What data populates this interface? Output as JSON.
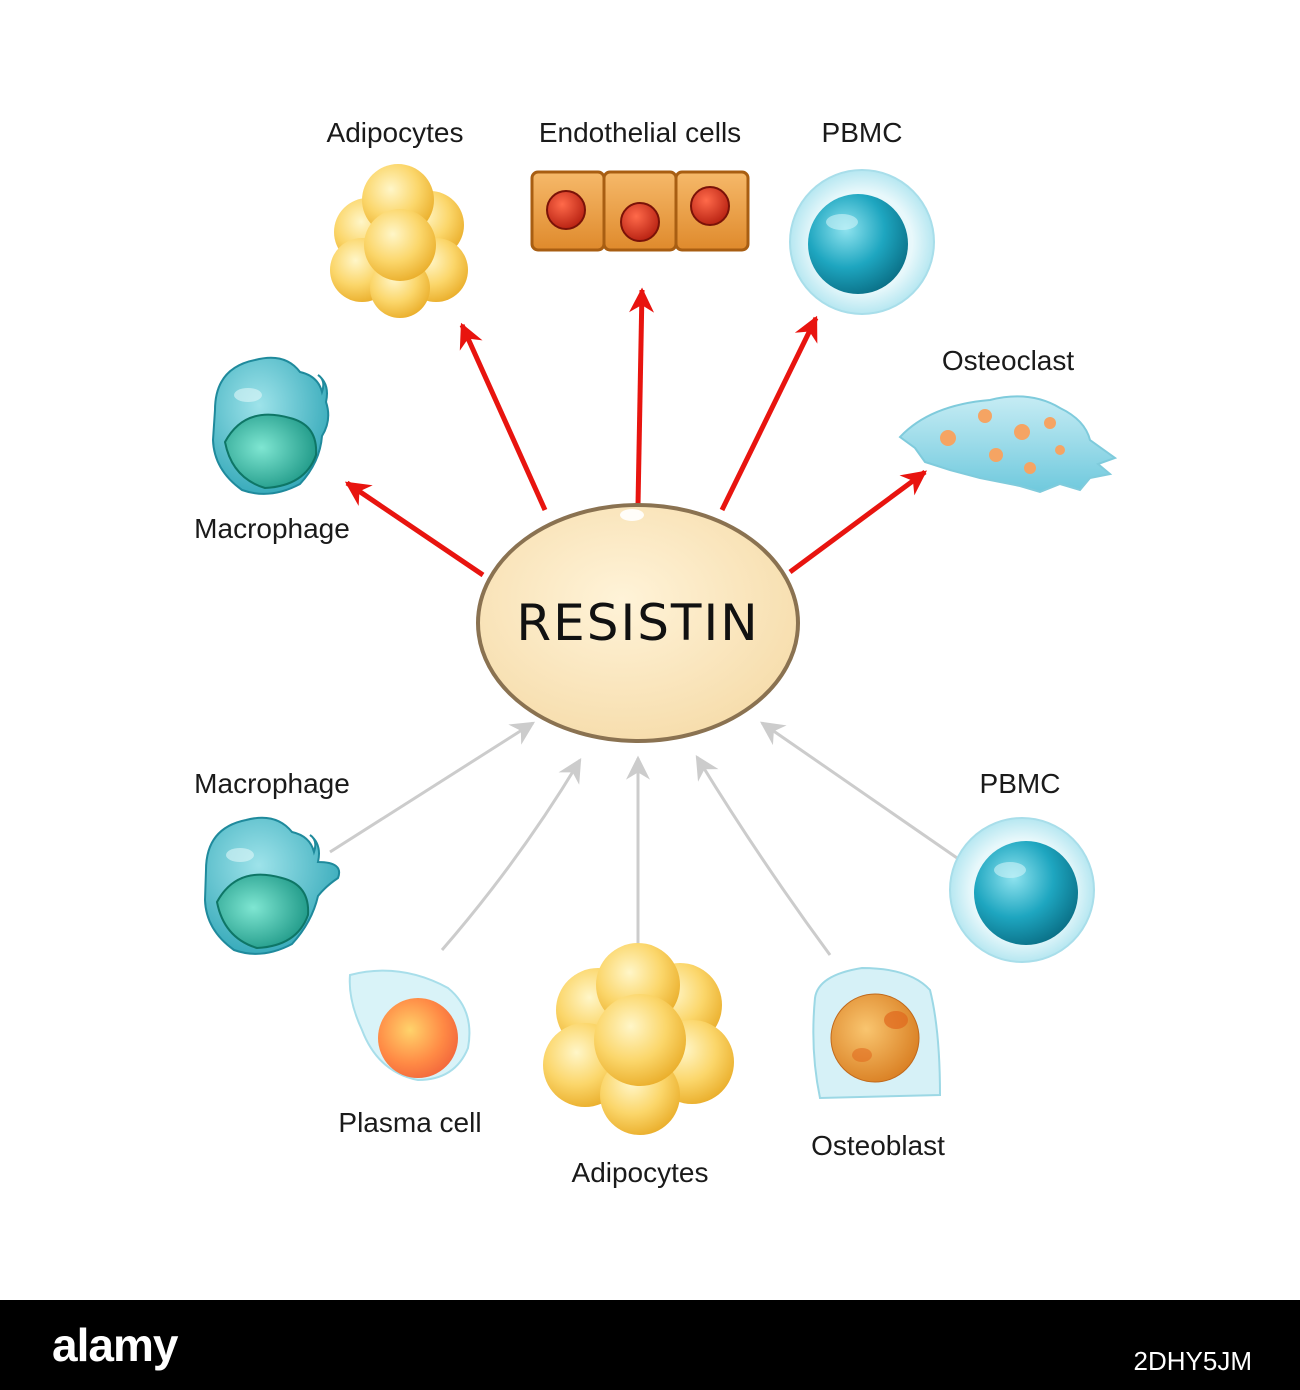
{
  "center": {
    "label": "RESISTIN"
  },
  "targets": {
    "adipocytes": "Adipocytes",
    "endothelial": "Endothelial cells",
    "pbmc": "PBMC",
    "osteoclast": "Osteoclast",
    "macrophage": "Macrophage"
  },
  "sources": {
    "macrophage": "Macrophage",
    "pbmc": "PBMC",
    "plasma_cell": "Plasma cell",
    "adipocytes": "Adipocytes",
    "osteoblast": "Osteoblast"
  },
  "colors": {
    "target_arrow": "#e8140f",
    "source_arrow": "#cccccc",
    "center_fill": "#fbe6bd",
    "center_stroke": "#8a7251"
  },
  "footer": {
    "logo": "alamy",
    "image_id": "2DHY5JM"
  }
}
